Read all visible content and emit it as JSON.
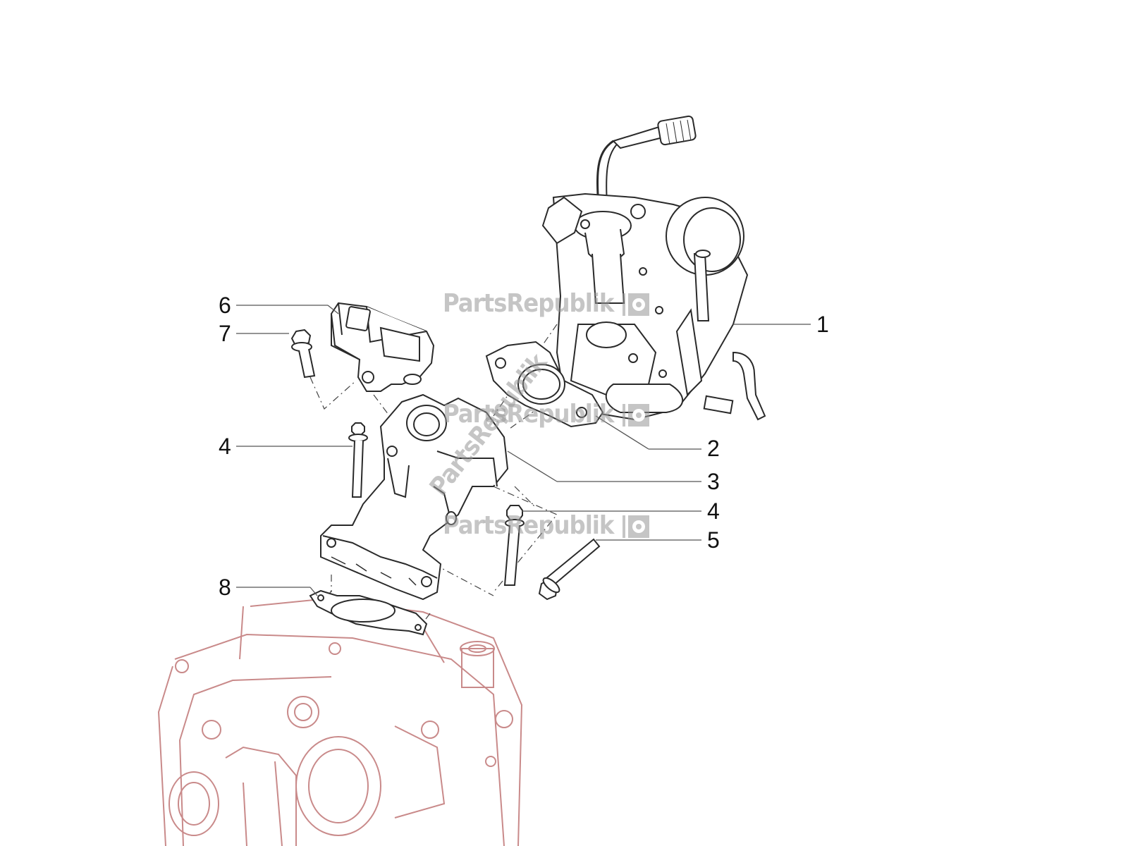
{
  "callouts": [
    {
      "id": "1",
      "label": "1"
    },
    {
      "id": "2",
      "label": "2"
    },
    {
      "id": "3",
      "label": "3"
    },
    {
      "id": "4a",
      "label": "4"
    },
    {
      "id": "4b",
      "label": "4"
    },
    {
      "id": "5",
      "label": "5"
    },
    {
      "id": "6",
      "label": "6"
    },
    {
      "id": "7",
      "label": "7"
    },
    {
      "id": "8",
      "label": "8"
    }
  ],
  "watermark": {
    "text": "PartsRepublik"
  },
  "colors": {
    "part_line": "#2a2a2a",
    "ghost_line": "#c98a8a",
    "leader": "#555555",
    "watermark": "#9a9a9a"
  },
  "icons": [
    "gear-icon"
  ]
}
